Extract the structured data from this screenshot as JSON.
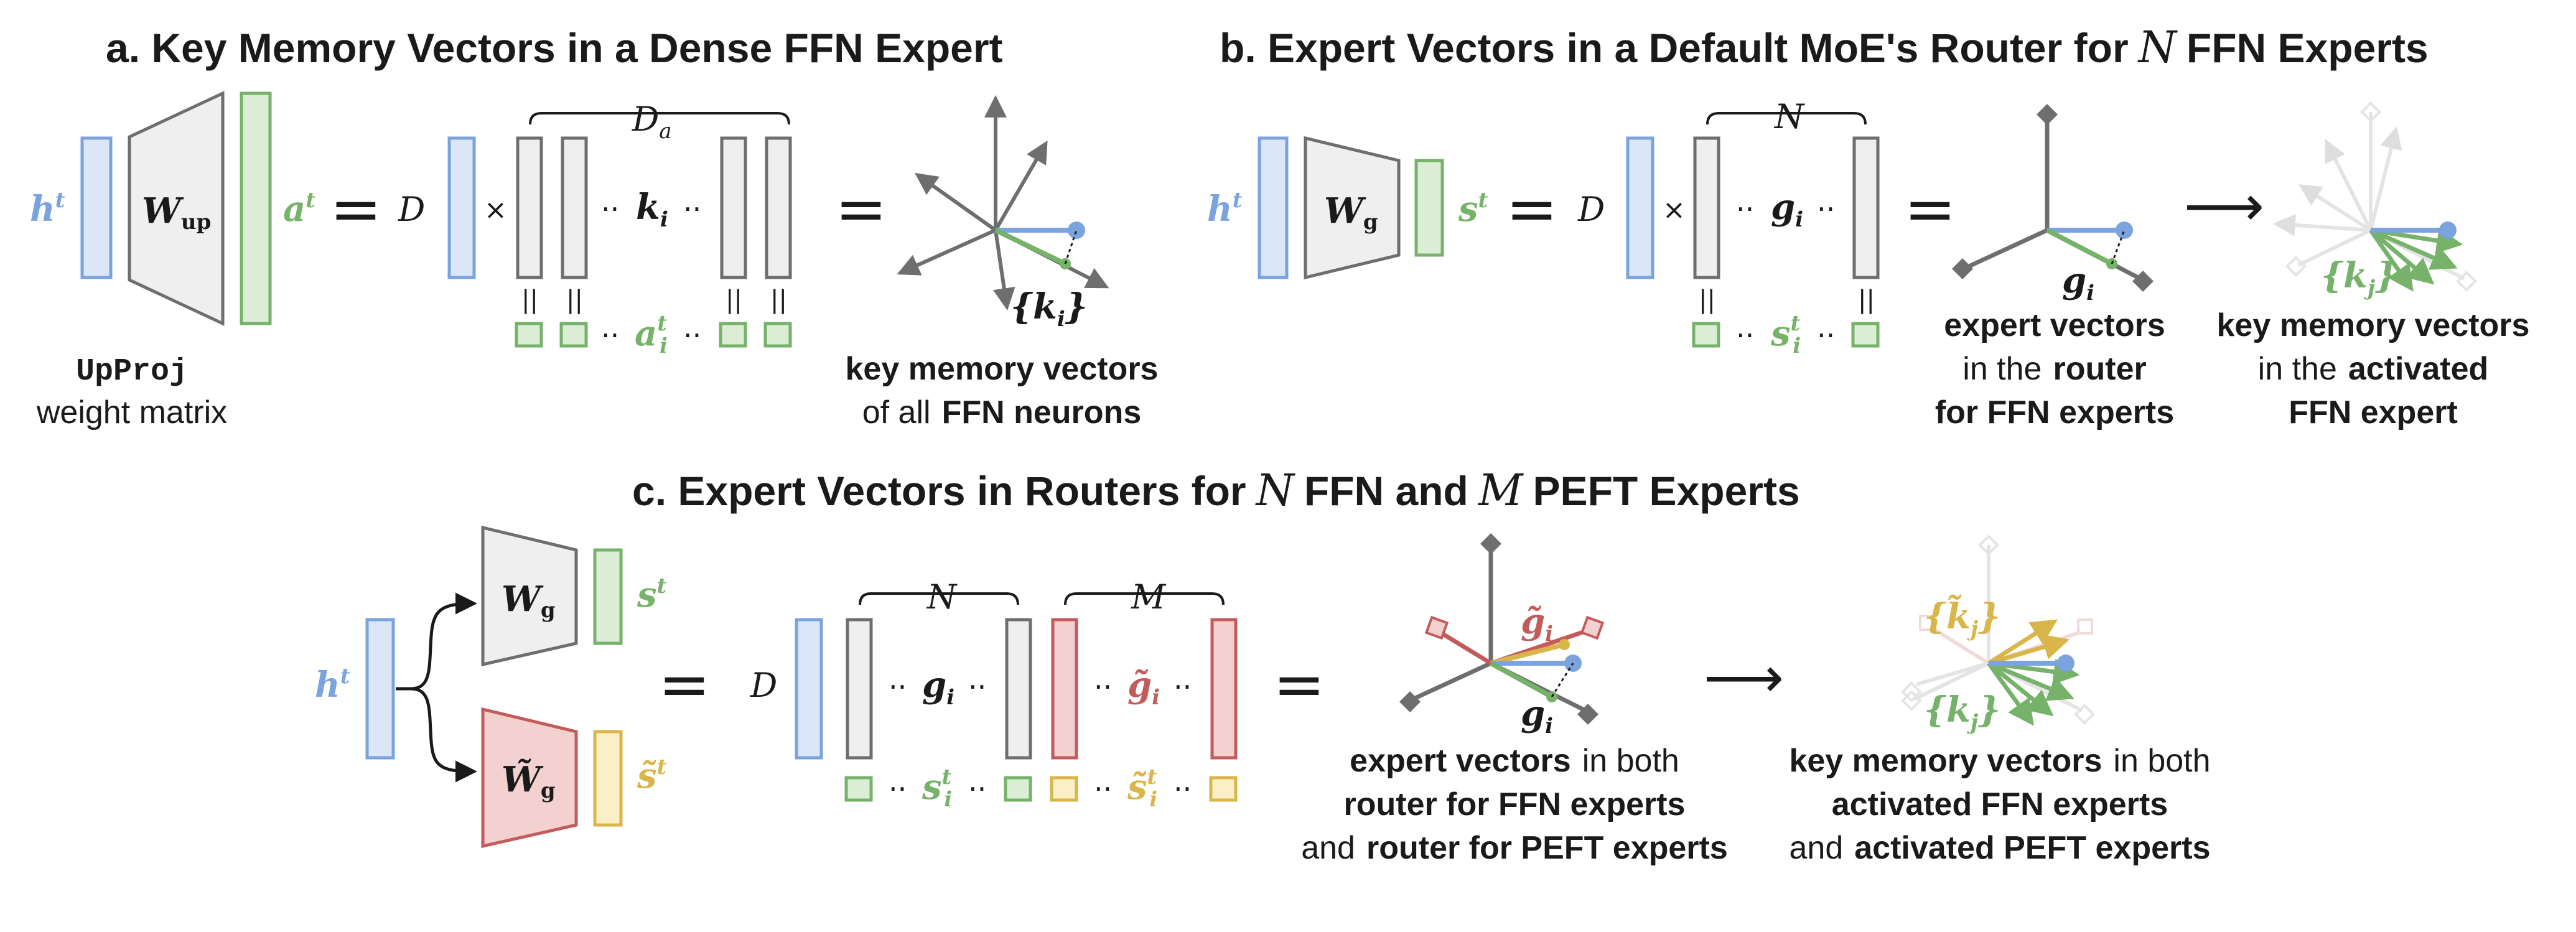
{
  "colors": {
    "blue": "#7ba3dd",
    "blue_fill": "#dbe6f6",
    "green": "#76b26a",
    "green_dark": "#3f6b32",
    "green_fill": "#dcedd6",
    "gray": "#6e6e6e",
    "gray_fill": "#efefef",
    "red": "#c45b5b",
    "red_fill": "#f3d1d1",
    "red_dark": "#7a2a2a",
    "yellow": "#d9b54a",
    "yellow_dark": "#8a7a3a",
    "yellow_fill": "#fbefc8",
    "text": "#1a1a1a"
  },
  "panel_a": {
    "title": "a.  Key Memory Vectors in a  Dense FFN Expert",
    "h_label": "h",
    "t_sup": "t",
    "w_up": "W",
    "w_up_sub": "up",
    "a_label": "a",
    "d_label": "D",
    "times": "×",
    "da_label": "D",
    "da_sub": "a",
    "k_label": "k",
    "k_sub": "i",
    "a_i_label": "a",
    "a_i_sub": "i",
    "a_i_sup": "t",
    "dots": "··",
    "pareq": "||",
    "k_set": "{k",
    "k_set_sub": "i",
    "k_set_close": "}",
    "upproj": "UpProj",
    "weight_matrix": "weight matrix",
    "caption_line1": "key memory vectors",
    "caption_line2_pre": "of all",
    "caption_line2_bold": "FFN neurons"
  },
  "panel_b": {
    "title_pre": "b.  Expert Vectors in a Default MoE's Router for",
    "title_n": "N",
    "title_post": "FFN Experts",
    "h_label": "h",
    "t_sup": "t",
    "w_g": "W",
    "w_g_sub": "g",
    "s_label": "s",
    "d_label": "D",
    "times": "×",
    "n_label": "N",
    "g_label": "g",
    "g_sub": "i",
    "s_i_label": "s",
    "s_i_sub": "i",
    "s_i_sup": "t",
    "dots": "··",
    "pareq": "||",
    "gi_label": "g",
    "gi_sub": "i",
    "cap1_line1": "expert vectors",
    "cap1_line2_pre": "in the",
    "cap1_line2_gray": "router",
    "cap1_line3": "for  FFN experts",
    "kj_open": "{k",
    "kj_sub": "j",
    "kj_close": "}",
    "cap2_line1": "key  memory  vectors",
    "cap2_line2_pre": "in the",
    "cap2_line2_green": "activated",
    "cap2_line3": "FFN expert"
  },
  "panel_c": {
    "title_pre": "c.  Expert Vectors in Routers for",
    "title_n": "N",
    "title_mid": "FFN and",
    "title_m": "M",
    "title_post": "PEFT Experts",
    "h_label": "h",
    "t_sup": "t",
    "w_g": "W",
    "w_g_sub": "g",
    "wt_g": "W̃",
    "s_label": "s",
    "st_label": "s̃",
    "d_label": "D",
    "n_label": "N",
    "m_label": "M",
    "g_label": "g",
    "g_sub": "i",
    "gt_label": "g̃",
    "s_i_label": "s",
    "s_i_sub": "i",
    "s_i_sup": "t",
    "st_i_label": "s̃",
    "dots": "··",
    "gti_label": "g̃",
    "gti_sub": "i",
    "gi_label": "g",
    "gi_sub": "i",
    "cap1_line1_bold": "expert vectors",
    "cap1_line1_rest": "in both",
    "cap1_line2": "router for  FFN experts",
    "cap1_line3_pre": "and",
    "cap1_line3_red": "router for PEFT experts",
    "kt_open": "{k̃",
    "kt_sub": "j",
    "kt_close": "}",
    "kj_open": "{k",
    "kj_sub": "j",
    "kj_close": "}",
    "cap2_line1_bold": "key memory vectors",
    "cap2_line1_rest": "in both",
    "cap2_line2": "activated FFN experts",
    "cap2_line3_pre": "and",
    "cap2_line3_yellow": "activated PEFT experts"
  }
}
